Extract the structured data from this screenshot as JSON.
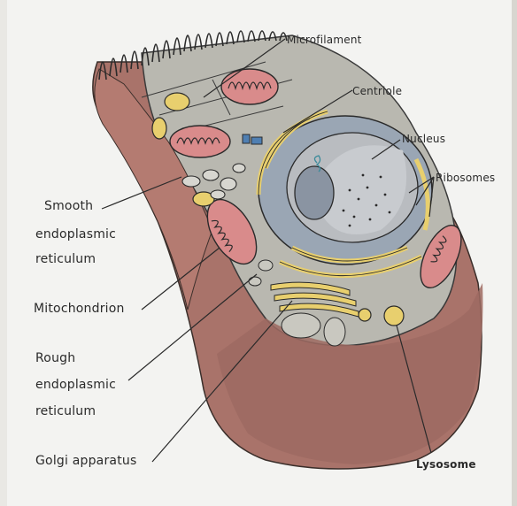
{
  "diagram": {
    "labels": {
      "microfilament": "Microfilament",
      "centriole": "Centriole",
      "nucleus": "Nucleus",
      "ribosomes": "Ribosomes",
      "smooth_er_1": "Smooth",
      "smooth_er_2": "endoplasmic",
      "smooth_er_3": "reticulum",
      "mitochondrion": "Mitochondrion",
      "rough_er_1": "Rough",
      "rough_er_2": "endoplasmic",
      "rough_er_3": "reticulum",
      "golgi": "Golgi apparatus",
      "lysosome": "Lysosome"
    },
    "colors": {
      "cell_body": "#a9736a",
      "cytoplasm": "#b9b8b0",
      "cilia_border": "#2a2a2a",
      "mitochondria": "#d98b8b",
      "er_yellow": "#e8cf6e",
      "nucleus_blue": "#9aa6b4",
      "nucleolus": "#8a94a2",
      "background": "#f3f3f1"
    }
  }
}
